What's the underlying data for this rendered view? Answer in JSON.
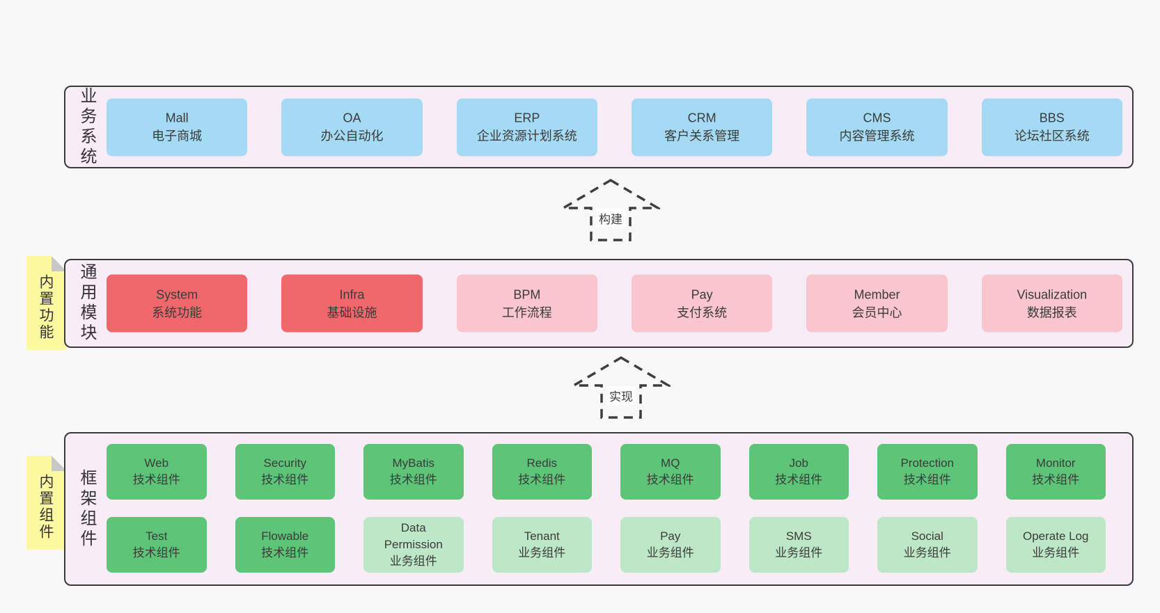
{
  "colors": {
    "page_bg": "#f8f8f8",
    "band_bg": "#f8edf6",
    "band_border": "#3a3a3a",
    "blue_box": "#a5daf4",
    "red_box": "#ef686c",
    "pink_box": "#f9c5ce",
    "green_box": "#5ec478",
    "green_light_box": "#bee7c7",
    "sticky_yellow": "#fcf9a0",
    "sticky_fold": "#c8c8c8",
    "text": "#3b3b3b"
  },
  "arrows": [
    {
      "label": "构建"
    },
    {
      "label": "实现"
    }
  ],
  "bands": [
    {
      "label": "业务系统",
      "boxes": [
        {
          "name": "Mall",
          "desc": "电子商城"
        },
        {
          "name": "OA",
          "desc": "办公自动化"
        },
        {
          "name": "ERP",
          "desc": "企业资源计划系统"
        },
        {
          "name": "CRM",
          "desc": "客户关系管理"
        },
        {
          "name": "CMS",
          "desc": "内容管理系统"
        },
        {
          "name": "BBS",
          "desc": "论坛社区系统"
        }
      ]
    },
    {
      "label": "通用模块",
      "sticky": "内置功能",
      "boxes": [
        {
          "name": "System",
          "desc": "系统功能"
        },
        {
          "name": "Infra",
          "desc": "基础设施"
        },
        {
          "name": "BPM",
          "desc": "工作流程"
        },
        {
          "name": "Pay",
          "desc": "支付系统"
        },
        {
          "name": "Member",
          "desc": "会员中心"
        },
        {
          "name": "Visualization",
          "desc": "数据报表"
        }
      ]
    },
    {
      "label": "框架组件",
      "sticky": "内置组件",
      "rows": [
        [
          {
            "name": "Web",
            "desc": "技术组件"
          },
          {
            "name": "Security",
            "desc": "技术组件"
          },
          {
            "name": "MyBatis",
            "desc": "技术组件"
          },
          {
            "name": "Redis",
            "desc": "技术组件"
          },
          {
            "name": "MQ",
            "desc": "技术组件"
          },
          {
            "name": "Job",
            "desc": "技术组件"
          },
          {
            "name": "Protection",
            "desc": "技术组件"
          },
          {
            "name": "Monitor",
            "desc": "技术组件"
          }
        ],
        [
          {
            "name": "Test",
            "desc": "技术组件"
          },
          {
            "name": "Flowable",
            "desc": "技术组件"
          },
          {
            "name": "Data Permission",
            "desc": "业务组件"
          },
          {
            "name": "Tenant",
            "desc": "业务组件"
          },
          {
            "name": "Pay",
            "desc": "业务组件"
          },
          {
            "name": "SMS",
            "desc": "业务组件"
          },
          {
            "name": "Social",
            "desc": "业务组件"
          },
          {
            "name": "Operate Log",
            "desc": "业务组件"
          }
        ]
      ]
    }
  ]
}
